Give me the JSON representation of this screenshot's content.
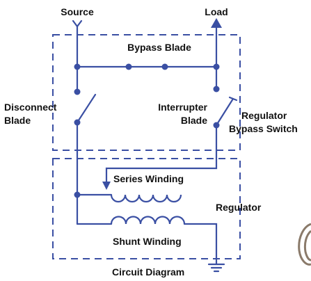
{
  "labels": {
    "source": "Source",
    "load": "Load",
    "bypass_blade": "Bypass Blade",
    "disconnect_line1": "Disconnect",
    "disconnect_line2": "Blade",
    "interrupter_line1": "Interrupter",
    "interrupter_line2": "Blade",
    "regulator_bypass_line1": "Regulator",
    "regulator_bypass_line2": "Bypass Switch",
    "series_winding": "Series Winding",
    "regulator": "Regulator",
    "shunt_winding": "Shunt Winding",
    "caption": "Circuit Diagram"
  },
  "colors": {
    "wire": "#3a4fa3",
    "dashed_box": "#3a4fa3",
    "text": "#111111",
    "ring": "#8a7a6a"
  }
}
